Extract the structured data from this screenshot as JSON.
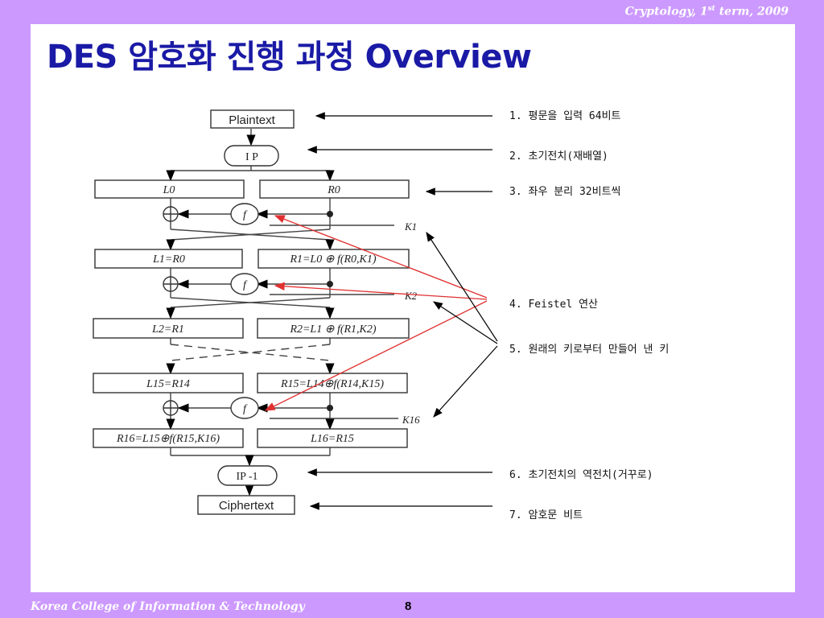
{
  "header": {
    "course": "Cryptology, 1",
    "course_sup": "st",
    "course_rest": " term, 2009",
    "title": "DES 암호화 진행 과정 Overview"
  },
  "diagram": {
    "boxes": {
      "plaintext": "Plaintext",
      "ip": "I P",
      "l0": "L0",
      "r0": "R0",
      "l1": "L1=R0",
      "r1": "R1=L0 ⊕ f(R0,K1)",
      "l2": "L2=R1",
      "r2": "R2=L1 ⊕ f(R1,K2)",
      "l15": "L15=R14",
      "r15": "R15=L14⊕f(R14,K15)",
      "r16": "R16=L15⊕f(R15,K16)",
      "l16": "L16=R15",
      "ip_inv": "IP -1",
      "ciphertext": "Ciphertext"
    },
    "f_label": "f",
    "keys": [
      "K1",
      "K2",
      "K16"
    ],
    "notes": [
      "1. 평문을 입력 64비트",
      "2. 초기전치(재배열)",
      "3. 좌우 분리  32비트씩",
      "4. Feistel 연산",
      "5. 원래의 키로부터 만들어 낸 키",
      "6. 초기전치의 역전치(거꾸로)",
      "7. 암호문 비트"
    ],
    "colors": {
      "red_arrow": "#e03030",
      "black_arrow": "#000000"
    }
  },
  "footer": {
    "school": "Korea College of Information & Technology",
    "page": "8"
  }
}
